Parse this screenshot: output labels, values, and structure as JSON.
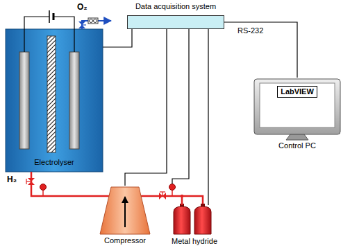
{
  "diagram": {
    "nodes": [
      {
        "text": [
          "Electrolyser"
        ]
      },
      {
        "text": [
          "Data acquisition system"
        ]
      },
      {
        "text": [
          "LabVIEW",
          "Control PC"
        ]
      },
      {
        "text": [
          "Compressor"
        ]
      },
      {
        "text": [
          "Metal hydride"
        ]
      }
    ],
    "edges": [
      {
        "from": 0,
        "to": 1,
        "arrow": "none"
      },
      {
        "from": 1,
        "to": 2,
        "label": "RS-232",
        "arrow": "none"
      },
      {
        "from": 1,
        "to": 3,
        "arrow": "none"
      },
      {
        "from": 1,
        "to": 4,
        "arrow": "none"
      },
      {
        "from": 0,
        "to": 3,
        "arrow": "none"
      },
      {
        "from": 3,
        "to": 4,
        "arrow": "none"
      }
    ],
    "labels": [
      "O₂",
      "H₂"
    ]
  }
}
